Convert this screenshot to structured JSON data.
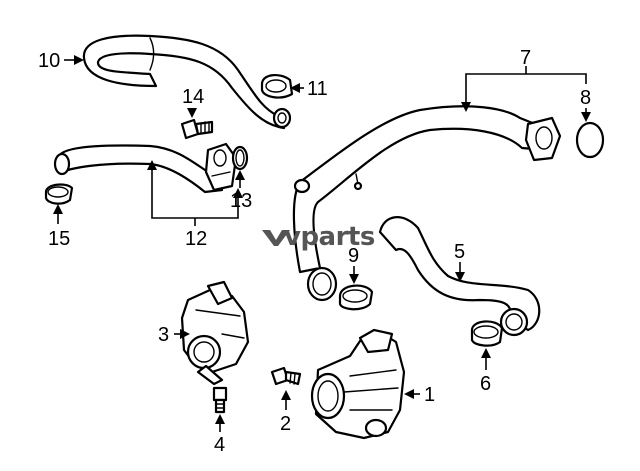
{
  "watermark": {
    "text": "vparts"
  },
  "callouts": [
    "1",
    "2",
    "3",
    "4",
    "5",
    "6",
    "7",
    "8",
    "9",
    "10",
    "11",
    "12",
    "13",
    "14",
    "15"
  ],
  "colors": {
    "line": "#000000",
    "background": "#ffffff",
    "watermark": "#555555"
  }
}
